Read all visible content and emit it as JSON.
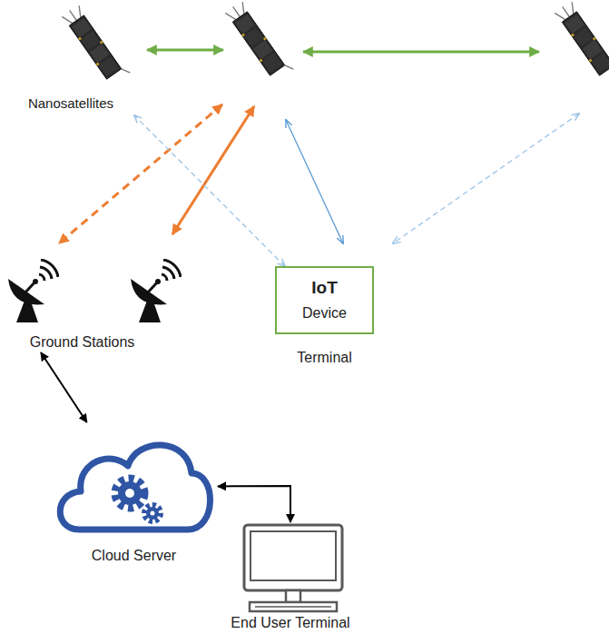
{
  "diagram": {
    "nodes": [
      {
        "text": [
          "Nanosatellites"
        ]
      },
      {
        "text": [
          "IoT",
          "Device",
          "Terminal"
        ]
      },
      {
        "text": [
          "Ground Stations"
        ]
      },
      {
        "text": [
          "Cloud Server"
        ]
      },
      {
        "text": [
          "End User Terminal"
        ]
      }
    ],
    "edges": [
      {
        "from": 1,
        "to": 0,
        "arrow": "both"
      },
      {
        "from": 2,
        "to": 3,
        "arrow": "both"
      },
      {
        "from": 3,
        "to": 4,
        "arrow": "both"
      }
    ]
  }
}
